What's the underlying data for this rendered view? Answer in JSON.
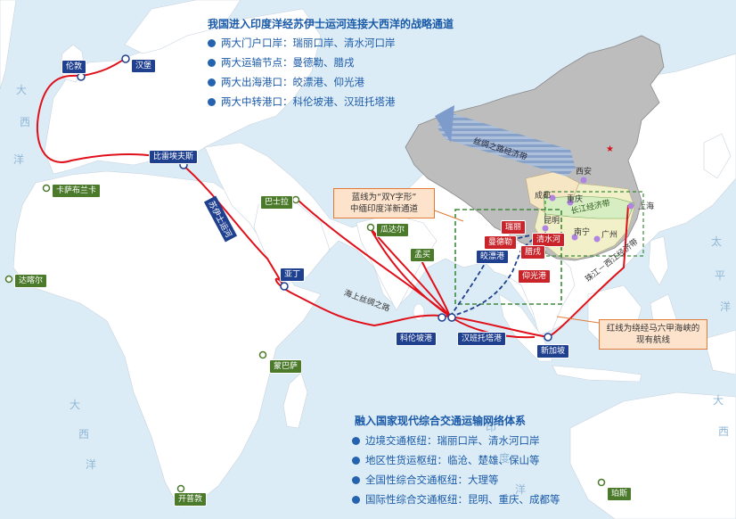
{
  "title": "我国进入印度洋经苏伊士运河连接大西洋的战略通道",
  "top_items": [
    "两大门户口岸：瑞丽口岸、清水河口岸",
    "两大运输节点：曼德勒、腊戌",
    "两大出海港口：皎漂港、仰光港",
    "两大中转港口：科伦坡港、汉班托塔港"
  ],
  "bottom_title": "融入国家现代综合交通运输网络体系",
  "bottom_items": [
    "边境交通枢纽：瑞丽口岸、清水河口岸",
    "地区性货运枢纽：临沧、楚雄、保山等",
    "全国性综合交通枢纽：大理等",
    "国际性综合交通枢纽：昆明、重庆、成都等"
  ],
  "ann_blue": [
    "蓝线为“双Y字形”",
    "中缅印度洋新通道"
  ],
  "ann_red": [
    "红线为绕经马六甲海峡的",
    "现有航线"
  ],
  "blue_ports": {
    "london": "伦敦",
    "hamburg": "汉堡",
    "piraeus": "比雷埃夫斯",
    "aden": "亚丁",
    "colombo": "科伦坡港",
    "hambantota": "汉班托塔港",
    "singapore": "新加坡"
  },
  "green_ports": {
    "casablanca": "卡萨布兰卡",
    "dakar": "达喀尔",
    "basra": "巴士拉",
    "gwadar": "瓜达尔",
    "mumbai": "孟买",
    "mombasa": "蒙巴萨",
    "capetown": "开普敦",
    "perth": "珀斯"
  },
  "red_labels": {
    "ruili": "瑞丽",
    "qingshuihe": "清水河",
    "mandalay": "曼德勒",
    "lashio": "腊戌",
    "kyaukphyu": "皎漂港",
    "yangon": "仰光港"
  },
  "china_cities": {
    "xian": "西安",
    "chengdu": "成都",
    "chongqing": "重庆",
    "kunming": "昆明",
    "nanning": "南宁",
    "guangzhou": "广州",
    "shanghai": "上海"
  },
  "route_labels": {
    "suez": "苏伊士运河",
    "msr": "海上丝绸之路",
    "silk_belt": "丝绸之路经济带",
    "yangtze": "长江经济带",
    "pearl": "珠江－西江经济带"
  },
  "sea_chars": [
    "大",
    "西",
    "洋",
    "太",
    "平",
    "洋",
    "大",
    "西",
    "洋",
    "印",
    "度",
    "洋",
    "大",
    "西"
  ],
  "colors": {
    "ocean": "#dcecf6",
    "land": "#ffffff",
    "route_red": "#e0101a",
    "route_blue": "#1f3f8f",
    "green_box": "#3d8a3a"
  }
}
